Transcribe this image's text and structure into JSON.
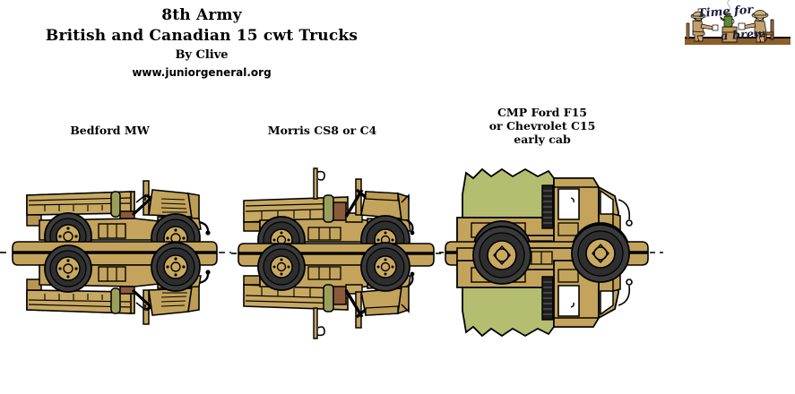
{
  "header": {
    "title": "8th Army",
    "subtitle": "British and Canadian 15 cwt Trucks",
    "author": "By Clive",
    "url": "www.juniorgeneral.org"
  },
  "figures": [
    {
      "id": "bedford",
      "caption": "Bedford MW",
      "caption_lines": [
        "Bedford MW"
      ]
    },
    {
      "id": "morris",
      "caption": "Morris CS8 or C4",
      "caption_lines": [
        "Morris CS8 or C4"
      ]
    },
    {
      "id": "cmp",
      "caption": "CMP Ford F15 or Chevrolet C15 early cab",
      "caption_lines": [
        "CMP Ford F15",
        "or Chevrolet C15",
        "early cab"
      ]
    }
  ],
  "cartoon": {
    "line1": "Time for",
    "line2": "a brew",
    "description": "two-soldiers-tea-break"
  },
  "colors": {
    "khaki": "#C4A45C",
    "khaki_light": "#CDAF6B",
    "khaki_dark": "#A8894A",
    "olive_canvas": "#B5BD70",
    "tire": "#3A3A3A",
    "tire_dark": "#2B2B2B",
    "hub": "#C9A961",
    "outline": "#000000",
    "seat_brown": "#8B5A3C",
    "panel_olive": "#9AA05C",
    "window_white": "#FFFFFF",
    "ink": "#1A1A3A",
    "background": "#FFFFFF"
  }
}
